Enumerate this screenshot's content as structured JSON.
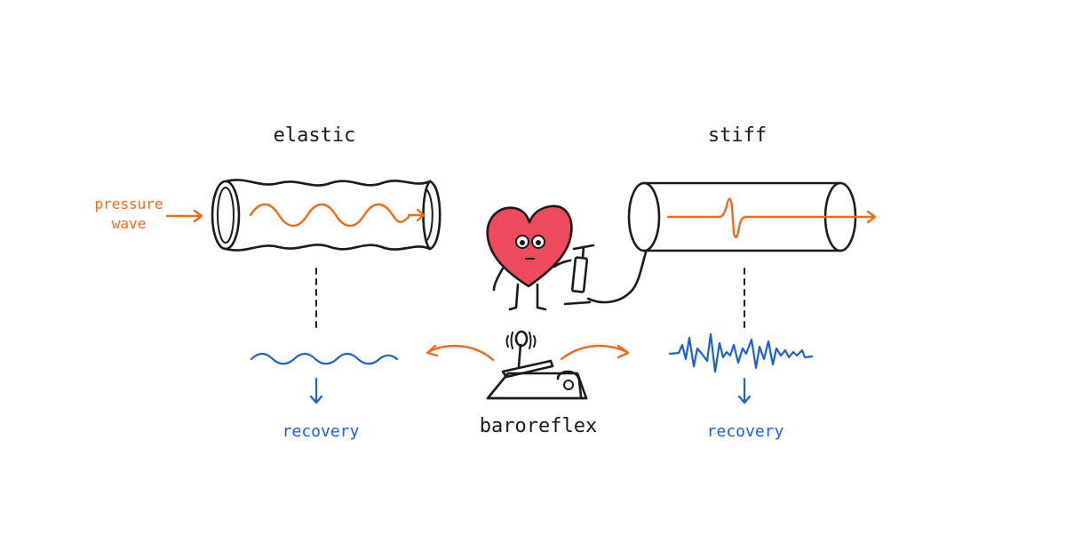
{
  "labels": {
    "elastic": "elastic",
    "stiff": "stiff",
    "pressure_line1": "pressure",
    "pressure_line2": "wave",
    "recovery_left": "recovery",
    "recovery_right": "recovery",
    "baroreflex": "baroreflex"
  },
  "colors": {
    "ink": "#1a1a1a",
    "accent_orange": "#f06a1e",
    "accent_blue": "#1f5fd1",
    "heart_red": "#ee4a5e",
    "background": "#ffffff"
  },
  "icons": {
    "heart": "heart-character-icon",
    "pump": "bicycle-pump-icon",
    "lever": "lever-switch-icon"
  }
}
